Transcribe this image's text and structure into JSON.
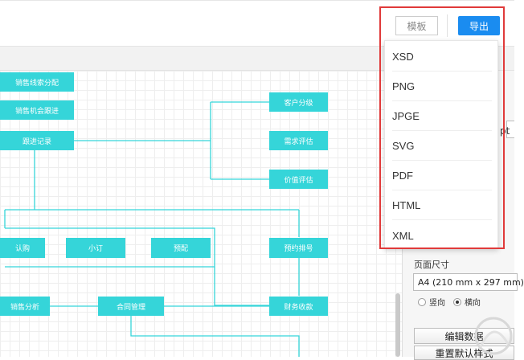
{
  "header": {
    "template_label": "模板",
    "export_label": "导出"
  },
  "export_menu": {
    "items": [
      "XSD",
      "PNG",
      "JPGE",
      "SVG",
      "PDF",
      "HTML",
      "XML"
    ]
  },
  "diagram": {
    "nodes": {
      "sales_clue": "销售线索分配",
      "sales_opp": "销售机会跟进",
      "follow_record": "跟进记录",
      "customer_grade": "客户分级",
      "demand_eval": "需求评估",
      "value_eval": "价值评估",
      "subscribe": "认购",
      "small_order": "小订",
      "pre_allocate": "预配",
      "reserve_no": "预约排号",
      "sales_analysis": "销售分析",
      "contract_mgmt": "合同管理",
      "finance_receipt": "财务收款"
    }
  },
  "panel": {
    "clipped_text": "pt",
    "page_size_label": "页面尺寸",
    "page_size_value": "A4 (210 mm x 297 mm)",
    "orientation": {
      "portrait": "竖向",
      "landscape": "横向",
      "selected": "landscape"
    },
    "edit_data_label": "编辑数据",
    "reset_style_label": "重置默认样式"
  },
  "colors": {
    "node": "#35d5d9",
    "connector": "#35d5d9",
    "export_button": "#1a8cf0",
    "highlight": "#e03a3a"
  }
}
